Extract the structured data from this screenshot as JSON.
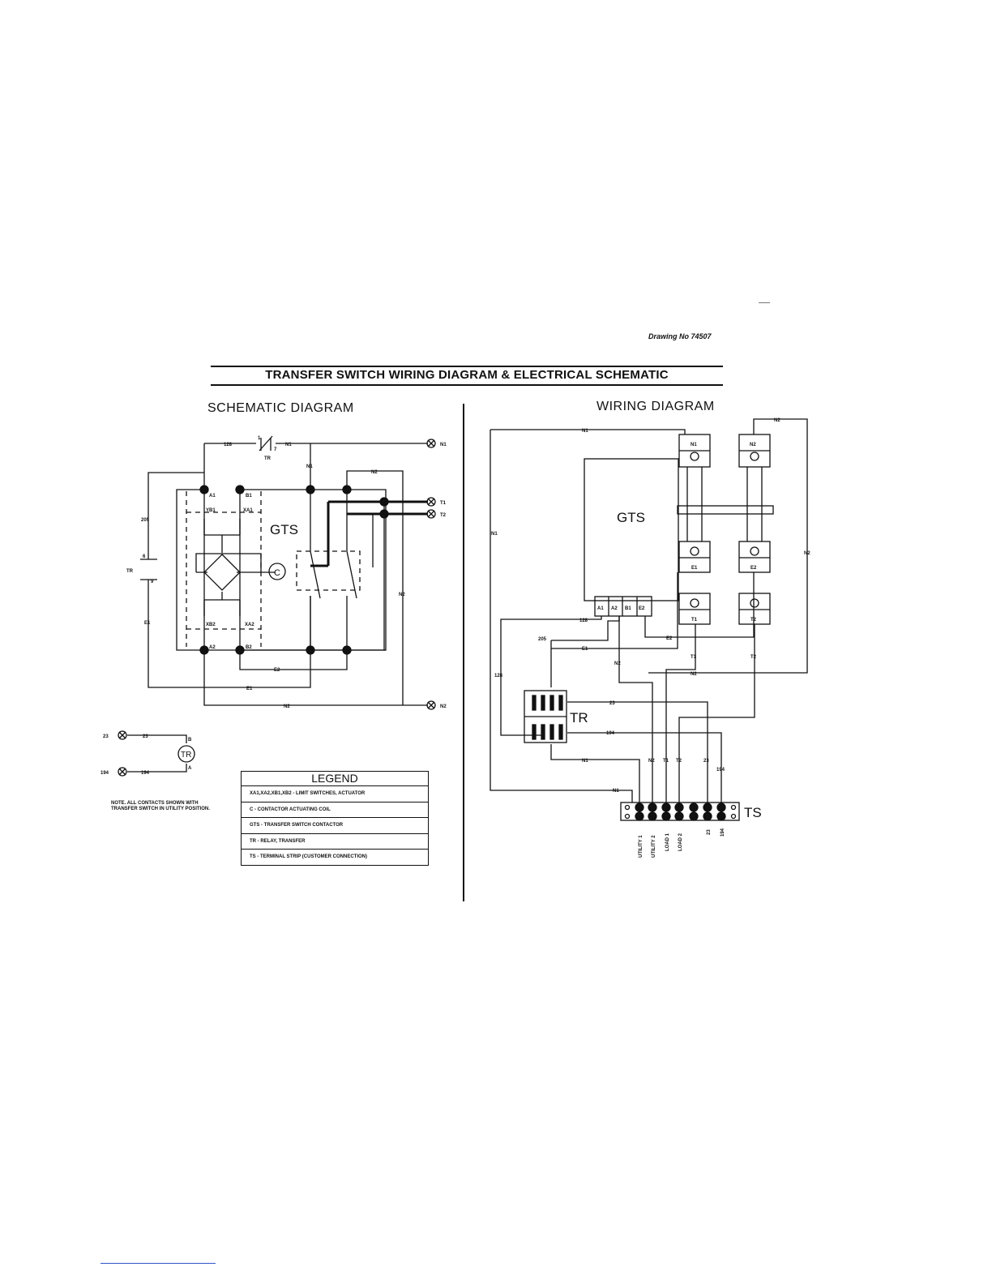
{
  "header": {
    "drawing_no": "Drawing No 74507",
    "title": "TRANSFER SWITCH WIRING DIAGRAM & ELECTRICAL SCHEMATIC"
  },
  "schematic": {
    "title": "SCHEMATIC DIAGRAM",
    "gts_label": "GTS",
    "coil_label": "C",
    "relay_label": "TR",
    "wires": {
      "w128": "128",
      "n1": "N1",
      "n2": "N2",
      "w205": "205",
      "e1": "E1",
      "e2": "E2",
      "tr": "TR",
      "w23": "23",
      "w194": "194"
    },
    "contacts": {
      "a1": "A1",
      "b1": "B1",
      "a2": "A2",
      "b2": "B2",
      "yb1": "YB1",
      "xa1": "XA1",
      "xb2": "XB2",
      "xa2": "XA2",
      "c6": "6",
      "c9": "9",
      "c1": "1",
      "c7": "7",
      "b": "B",
      "a": "A"
    },
    "terminals": {
      "n1": "N1",
      "t1": "T1",
      "t2": "T2",
      "n2": "N2",
      "t23": "23",
      "t194": "194"
    }
  },
  "note": "NOTE. ALL CONTACTS SHOWN WITH TRANSFER SWITCH IN UTILITY POSITION.",
  "legend": {
    "title": "LEGEND",
    "rows": [
      "XA1,XA2,XB1,XB2 - LIMIT SWITCHES, ACTUATOR",
      "C - CONTACTOR ACTUATING COIL",
      "GTS - TRANSFER SWITCH CONTACTOR",
      "TR - RELAY, TRANSFER",
      "TS - TERMINAL STRIP (CUSTOMER CONNECTION)"
    ]
  },
  "wiring": {
    "title": "WIRING DIAGRAM",
    "gts_label": "GTS",
    "tr_label": "TR",
    "ts_label": "TS",
    "blocks": {
      "n1": "N1",
      "n2": "N2",
      "e1": "E1",
      "e2": "E2",
      "t1": "T1",
      "t2": "T2"
    },
    "gts_terms": {
      "a1": "A1",
      "a2": "A2",
      "b1": "B1",
      "e2": "E2"
    },
    "wires": {
      "n1": "N1",
      "n2": "N2",
      "w128": "128",
      "w205": "205",
      "e1": "E1",
      "e2": "E2",
      "t1": "T1",
      "t2": "T2",
      "w23": "23",
      "w194": "194"
    },
    "strip_labels": [
      "N2",
      "T1",
      "T2",
      "23",
      "194"
    ],
    "ts_terms": [
      "UTILITY 1",
      "UTILITY 2",
      "LOAD 1",
      "LOAD 2",
      "23",
      "194"
    ]
  }
}
